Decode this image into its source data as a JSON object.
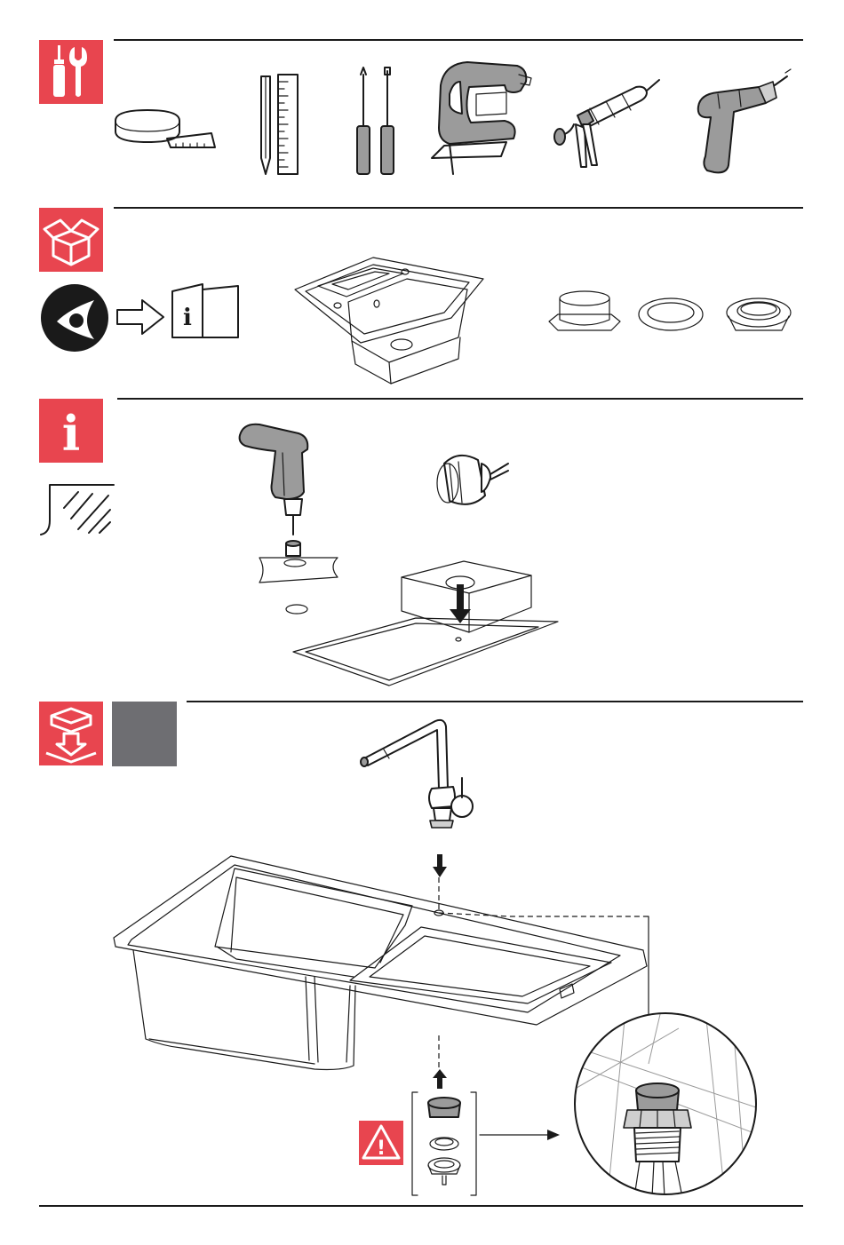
{
  "colors": {
    "accent": "#e8454f",
    "grey_block": "#6e6e72",
    "ink": "#1a1a1a"
  },
  "sections": {
    "tools": {
      "icon": "tools-icon",
      "items": [
        "tape-measure-icon",
        "pencil-ruler-icon",
        "screwdrivers-icon",
        "jigsaw-icon",
        "caulking-gun-icon",
        "drill-icon"
      ]
    },
    "contents": {
      "icon": "open-box-icon",
      "items": [
        "read-manual-icon",
        "manual-booklet-icon",
        "sink-icon",
        "adapter-ring-icon",
        "washer-icon",
        "nut-icon"
      ]
    },
    "info": {
      "icon": "info-icon",
      "items": [
        "wall-hatch-icon",
        "drill-with-holesaw-icon",
        "holesaw-bit-icon",
        "template-cutout-icon"
      ]
    },
    "install": {
      "icon": "box-install-icon",
      "items": [
        "grey-step-block",
        "faucet-icon",
        "large-sink-icon",
        "warning-icon",
        "fitting-stack-icon",
        "detail-magnifier-icon"
      ]
    }
  },
  "labels": {
    "info_letter": "i",
    "booklet_letter": "i",
    "warning_mark": "!"
  }
}
